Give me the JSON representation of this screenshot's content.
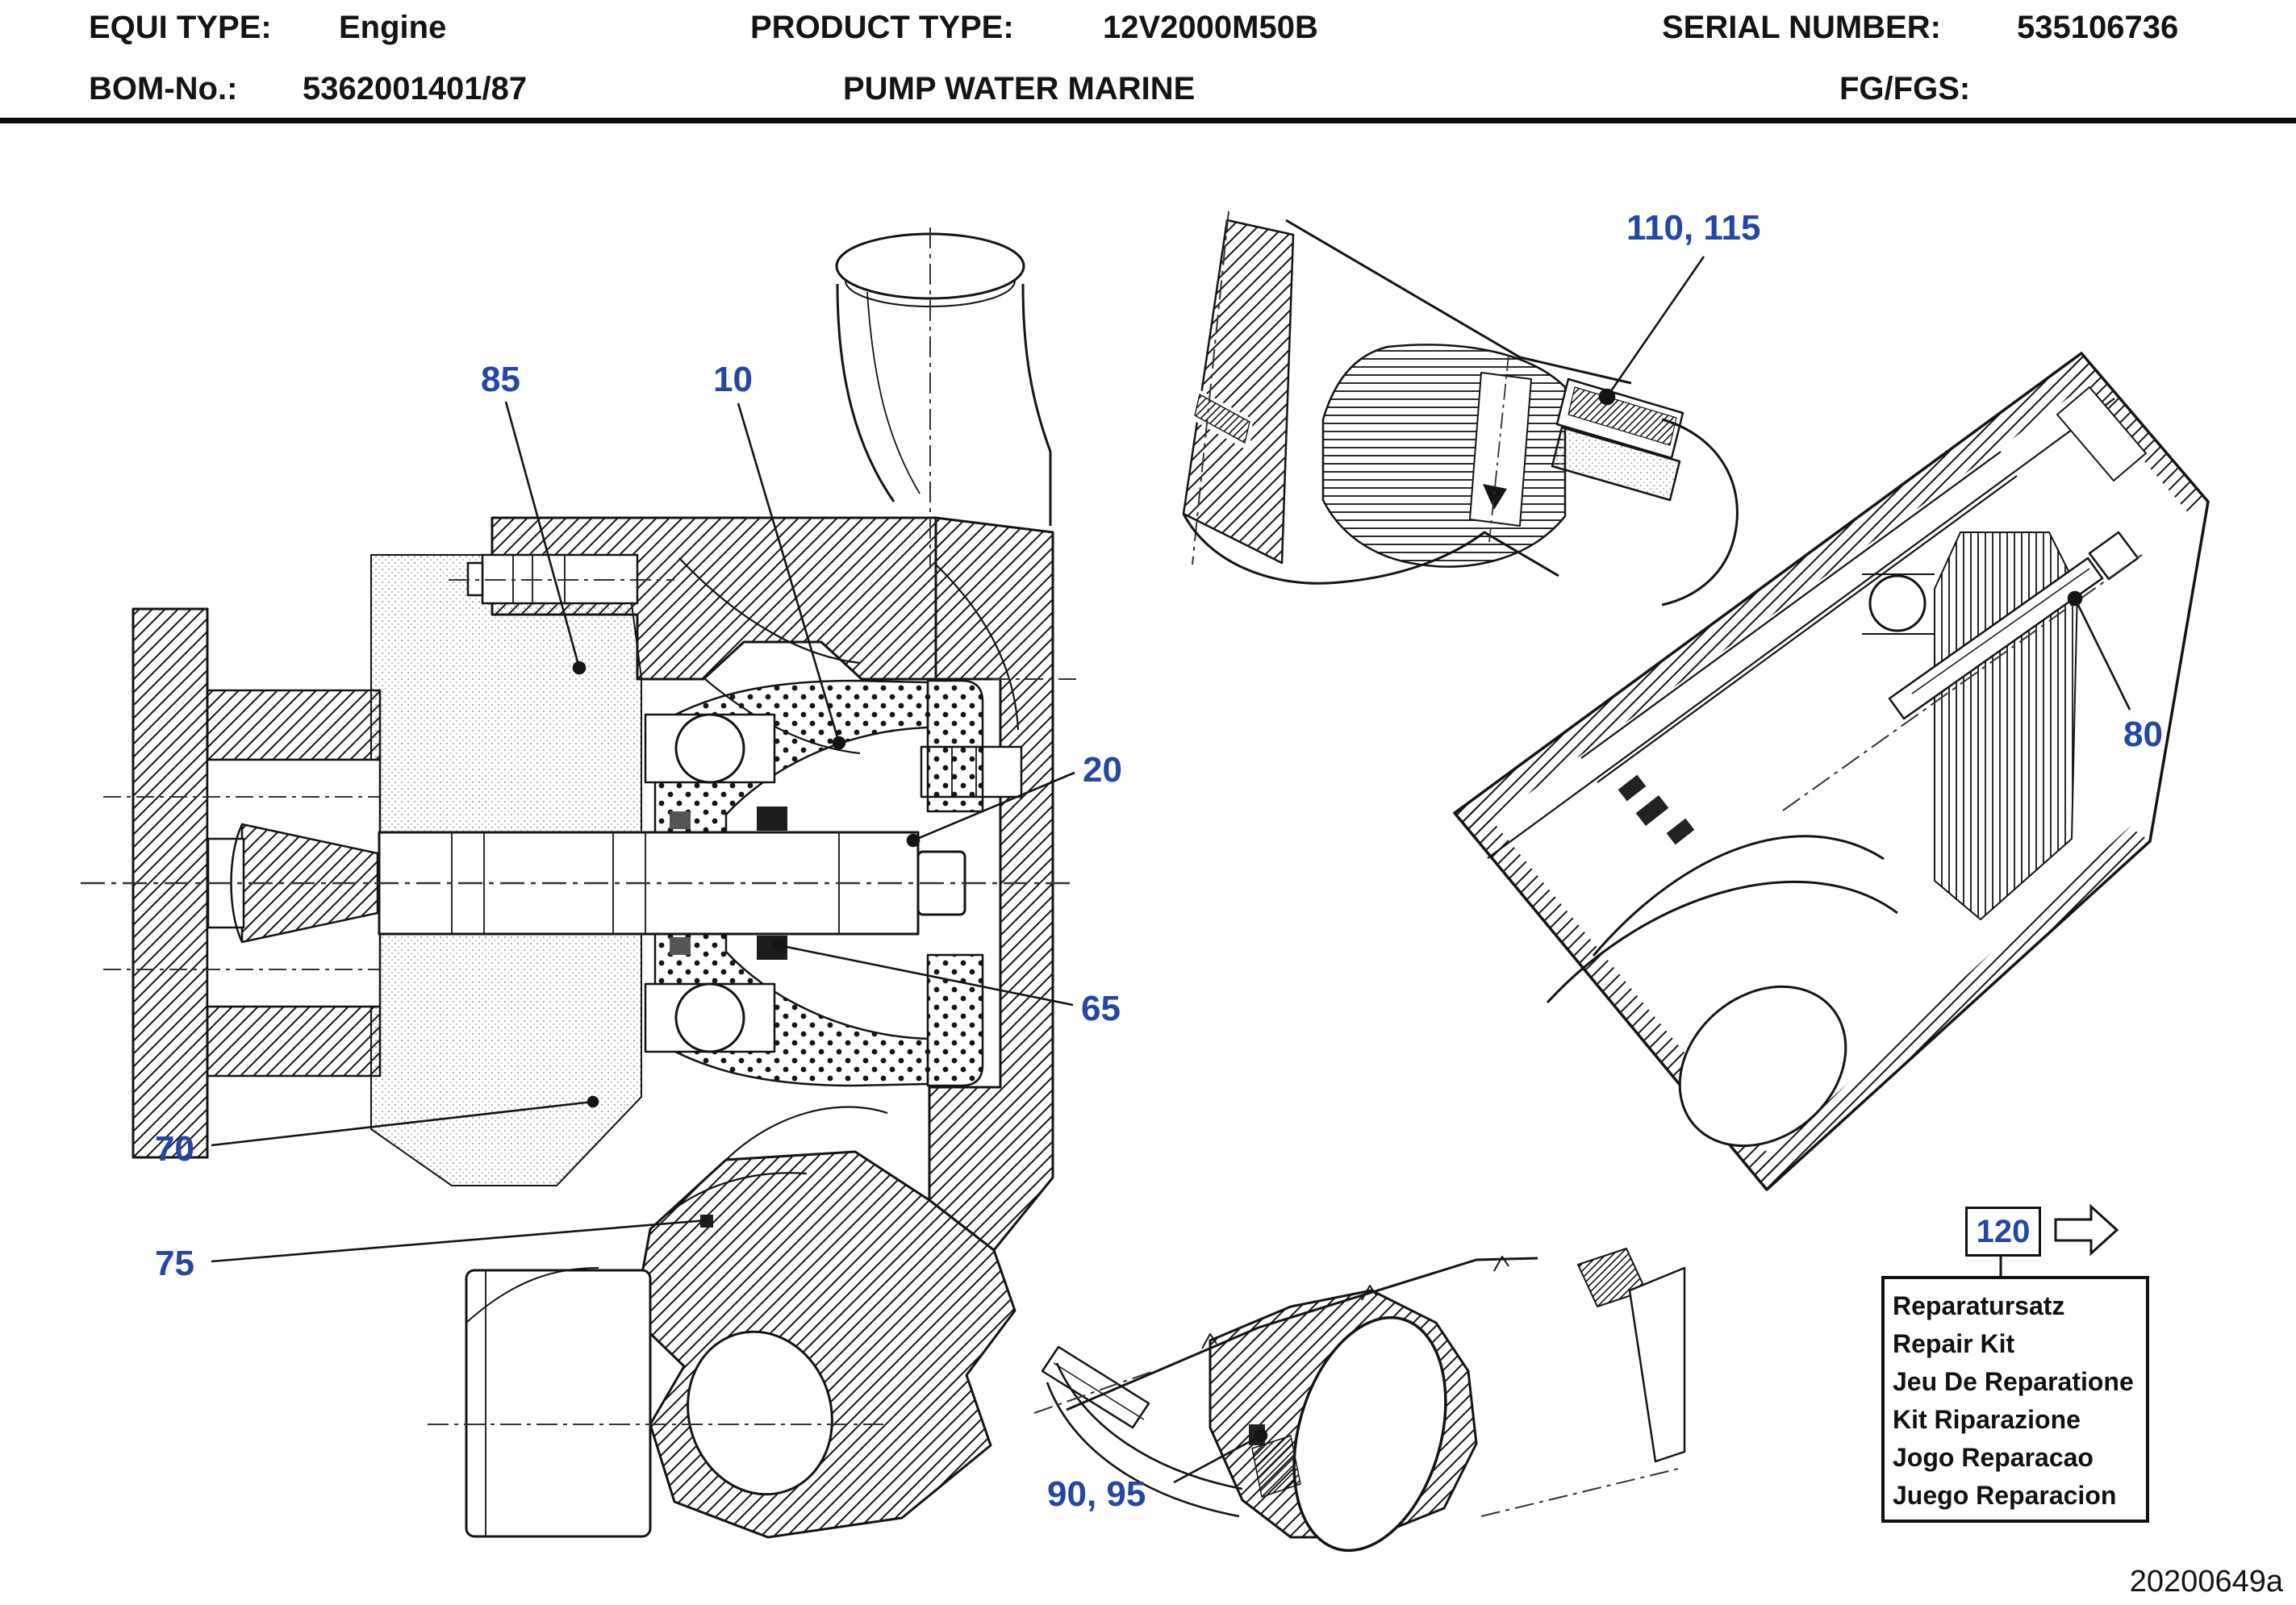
{
  "header": {
    "equi_label": "EQUI TYPE:",
    "equi_value": "Engine",
    "product_label": "PRODUCT TYPE:",
    "product_value": "12V2000M50B",
    "serial_label": "SERIAL NUMBER:",
    "serial_value": "535106736",
    "bom_label": "BOM-No.:",
    "bom_value": "5362001401/87",
    "pump_name": "PUMP WATER MARINE",
    "fg_label": "FG/FGS:"
  },
  "callouts": {
    "c85": "85",
    "c10": "10",
    "c110_115": "110, 115",
    "c20": "20",
    "c65": "65",
    "c70": "70",
    "c75": "75",
    "c80": "80",
    "c90_95": "90, 95",
    "c120": "120"
  },
  "repair_kit": {
    "lines": [
      "Reparatursatz",
      "Repair Kit",
      "Jeu De Reparatione",
      "Kit Riparazione",
      "Jogo Reparacao",
      "Juego Reparacion"
    ]
  },
  "footer": {
    "drawing_number": "20200649a"
  },
  "colors": {
    "callout_blue": "#2446a6",
    "line_black": "#141414"
  }
}
